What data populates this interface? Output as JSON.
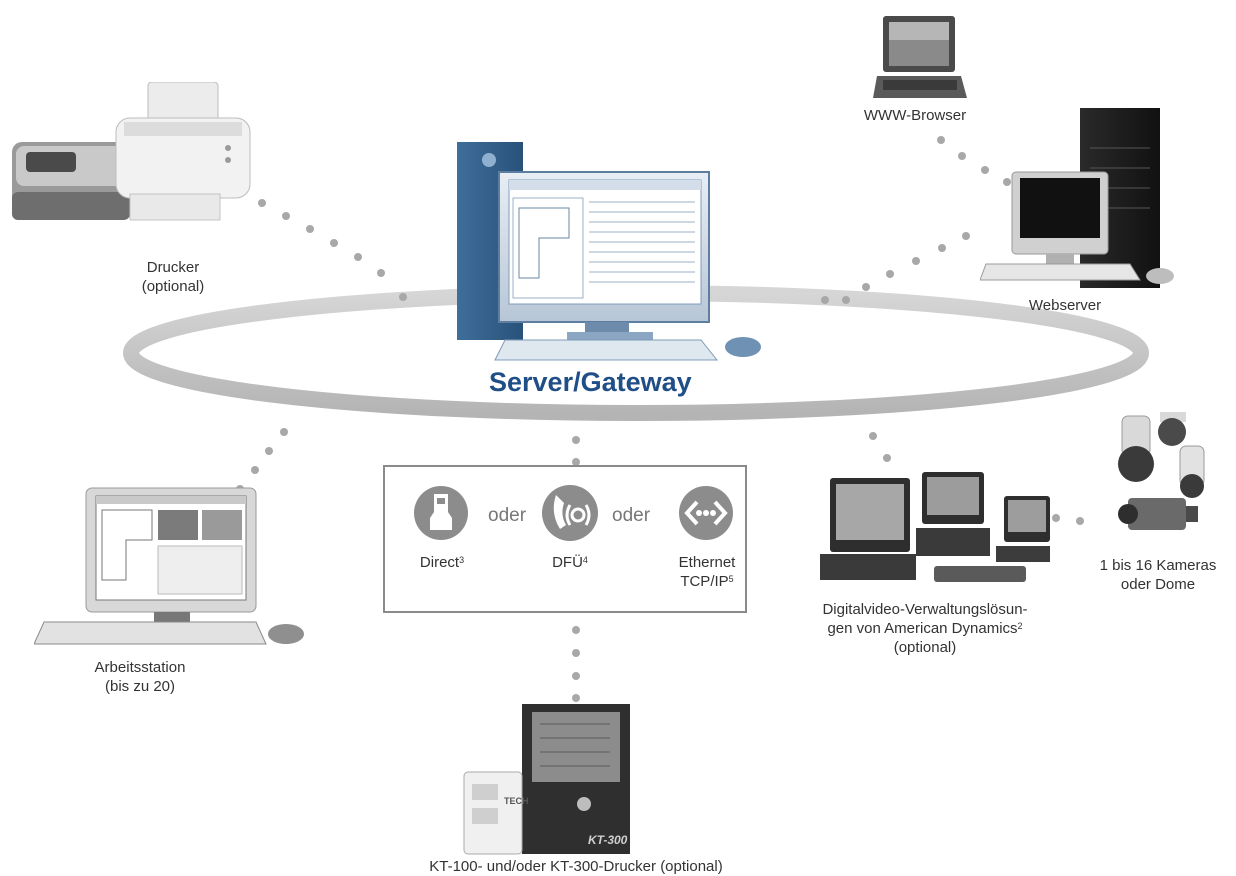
{
  "title": "Server/Gateway",
  "labels": {
    "printer_line1": "Drucker",
    "printer_line2": "(optional)",
    "browser": "WWW-Browser",
    "webserver": "Webserver",
    "workstation_line1": "Arbeitsstation",
    "workstation_line2": "(bis zu 20)",
    "video_line1": "Digitalvideo-Verwaltungslösun-",
    "video_line2": "gen von American Dynamics",
    "video_sup": "2",
    "video_line3": "(optional)",
    "cameras_line1": "1 bis 16 Kameras",
    "cameras_line2": "oder Dome",
    "controller": "KT-100- und/oder KT-300-Drucker (optional)"
  },
  "connections": {
    "or_word": "oder",
    "direct": "Direct",
    "direct_sup": "3",
    "dialup": "DFÜ",
    "dialup_sup": "4",
    "ethernet_line1": "Ethernet",
    "ethernet_line2": "TCP/IP",
    "ethernet_sup": "5"
  },
  "device_text": {
    "panel_model": "KT-300",
    "panel_brand": "TECH"
  },
  "colors": {
    "title": "#1f4f86",
    "ring": "#c4c4c4",
    "dots": "#a8a8a8",
    "icon_gray": "#8c8c8c"
  },
  "icons": [
    "printer-icon",
    "server-tower-icon",
    "laptop-icon",
    "webserver-icon",
    "workstation-icon",
    "dvr-icon",
    "camera-icon",
    "control-panel-icon",
    "direct-cable-icon",
    "phone-icon",
    "ethernet-icon"
  ]
}
